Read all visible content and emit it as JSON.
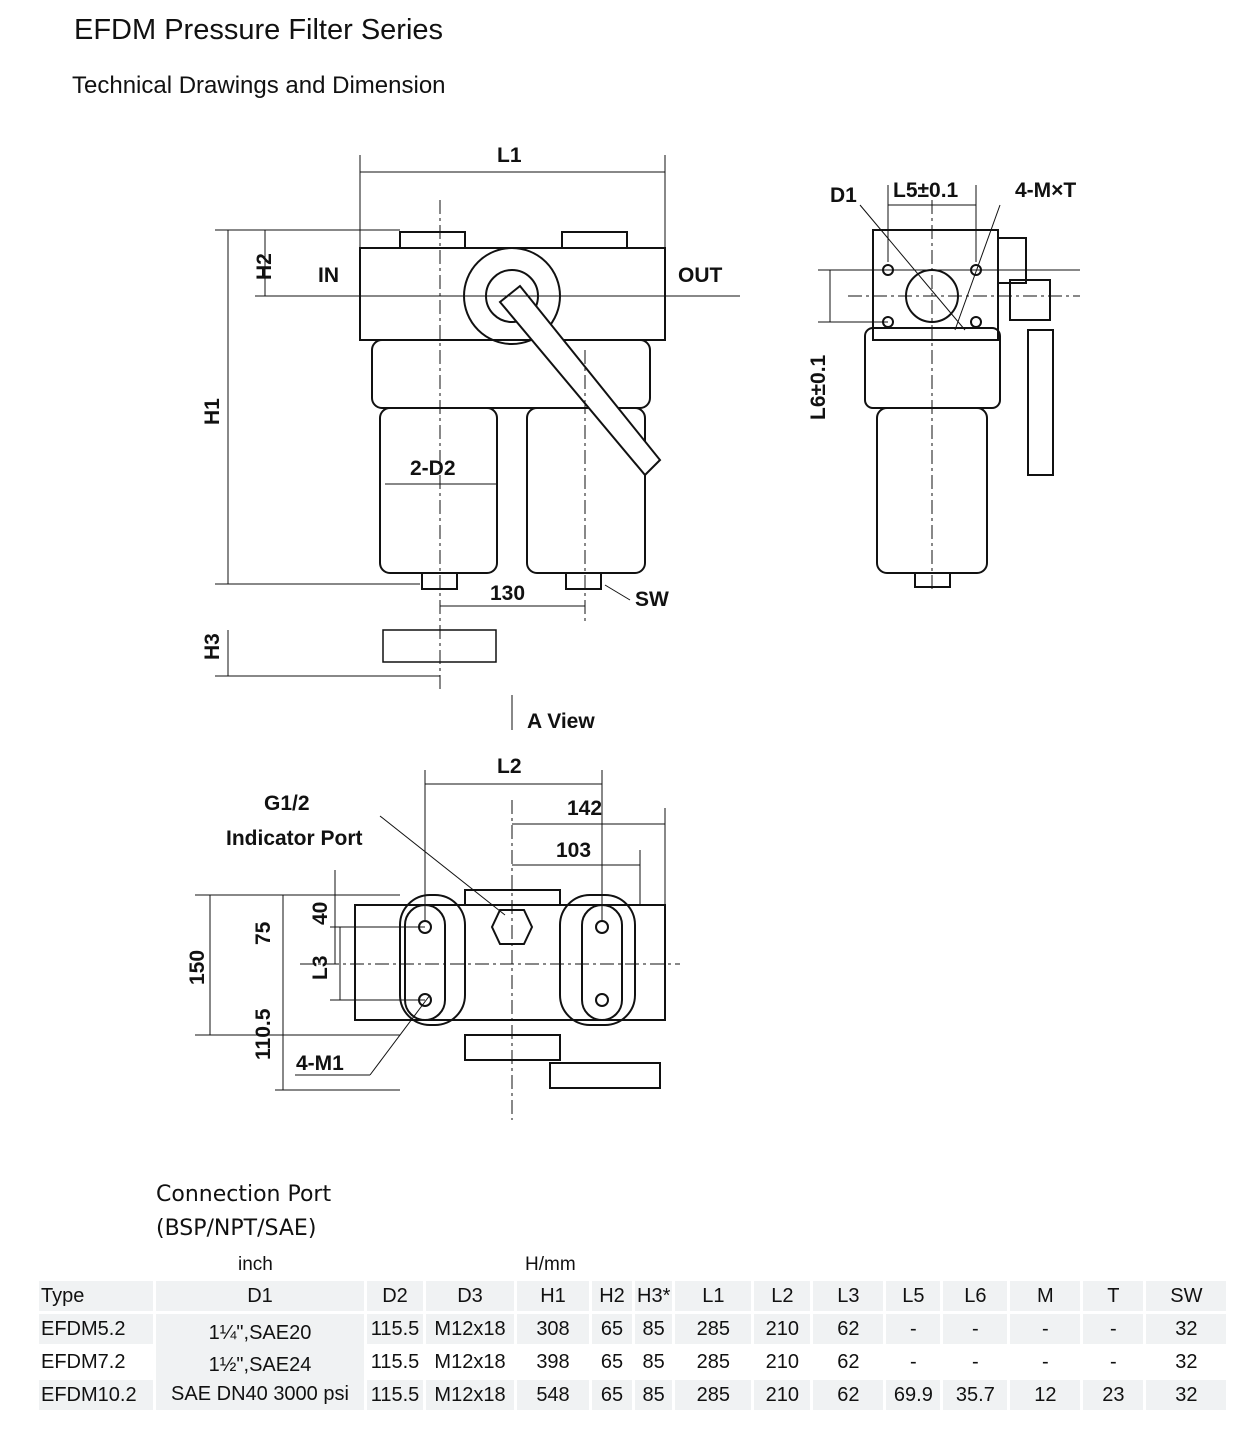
{
  "title": "EFDM  Pressure Filter Series",
  "subtitle": "Technical Drawings and Dimension",
  "drawing": {
    "L1": "L1",
    "H1": "H1",
    "H2": "H2",
    "H3": "H3",
    "IN": "IN",
    "OUT": "OUT",
    "D2": "2-D2",
    "c130": "130",
    "SW": "SW",
    "D1": "D1",
    "L5": "L5±0.1",
    "MT": "4-M×T",
    "L6": "L6±0.1",
    "aview": "A View",
    "L2": "L2",
    "c142": "142",
    "c103": "103",
    "g12": "G1/2",
    "indicator": "Indicator Port",
    "c40": "40",
    "c75": "75",
    "c150": "150",
    "L3": "L3",
    "c1105": "110.5",
    "M1": "4-M1"
  },
  "connection_port": {
    "line1": "Connection Port",
    "line2": "(BSP/NPT/SAE)"
  },
  "units": {
    "inch": "inch",
    "mm": "H/mm"
  },
  "table": {
    "headers": [
      "Type",
      "D1",
      "D2",
      "D3",
      "H1",
      "H2",
      "H3*",
      "L1",
      "L2",
      "L3",
      "L5",
      "L6",
      "M",
      "T",
      "SW"
    ],
    "d1": [
      "1¼\",SAE20",
      "1½\",SAE24",
      "SAE DN40 3000 psi"
    ],
    "rows": [
      [
        "EFDM5.2",
        "115.5",
        "M12x18",
        "308",
        "65",
        "85",
        "285",
        "210",
        "62",
        "-",
        "-",
        "-",
        "-",
        "32"
      ],
      [
        "EFDM7.2",
        "115.5",
        "M12x18",
        "398",
        "65",
        "85",
        "285",
        "210",
        "62",
        "-",
        "-",
        "-",
        "-",
        "32"
      ],
      [
        "EFDM10.2",
        "115.5",
        "M12x18",
        "548",
        "65",
        "85",
        "285",
        "210",
        "62",
        "69.9",
        "35.7",
        "12",
        "23",
        "32"
      ]
    ]
  }
}
